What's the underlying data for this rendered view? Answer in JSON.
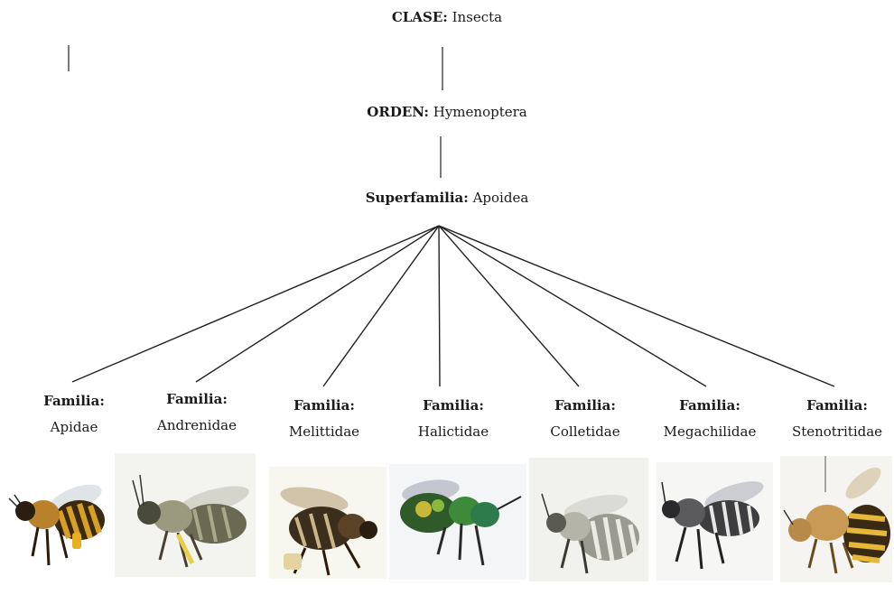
{
  "clase": {
    "label": "CLASE:",
    "value": "Insecta"
  },
  "orden": {
    "label": "ORDEN:",
    "value": "Hymenoptera"
  },
  "superfamilia": {
    "label": "Superfamilia:",
    "value": "Apoidea"
  },
  "familias": [
    {
      "label": "Familia:",
      "value": "Apidae"
    },
    {
      "label": "Familia:",
      "value": "Andrenidae"
    },
    {
      "label": "Familia:",
      "value": "Melittidae"
    },
    {
      "label": "Familia:",
      "value": "Halictidae"
    },
    {
      "label": "Familia:",
      "value": "Colletidae"
    },
    {
      "label": "Familia:",
      "value": "Megachilidae"
    },
    {
      "label": "Familia:",
      "value": "Stenotritidae"
    }
  ],
  "colors": {
    "line": "#222222",
    "photo_bg": "#f2f2ee"
  }
}
